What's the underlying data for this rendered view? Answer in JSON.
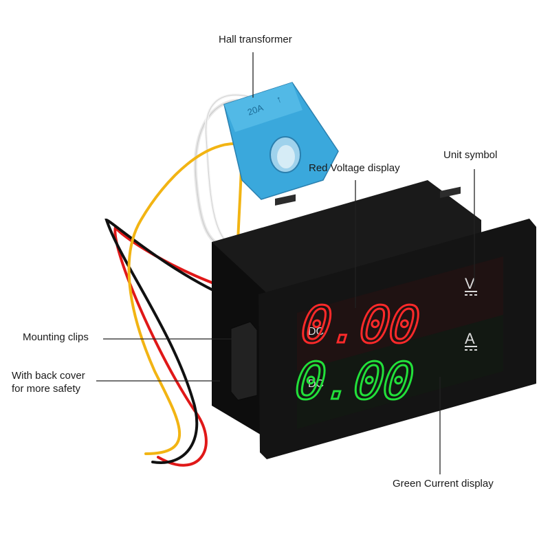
{
  "labels": {
    "hall_transformer": "Hall transformer",
    "red_voltage_display": "Red Voltage display",
    "unit_symbol": "Unit symbol",
    "mounting_clips": "Mounting clips",
    "back_cover_line1": "With back cover",
    "back_cover_line2": "for more safety",
    "green_current_display": "Green Current display"
  },
  "device": {
    "sensor_marking": "20A",
    "sensor_arrow": "↑",
    "top_row": {
      "mode": "DC",
      "reading": "0.00",
      "unit": "V"
    },
    "bottom_row": {
      "mode": "DC",
      "reading": "0.00",
      "unit": "A"
    }
  },
  "colors": {
    "voltage_red": "#ff2a2a",
    "current_green": "#22e03a",
    "sensor_blue": "#3aa8dc",
    "bezel_black": "#141414"
  }
}
